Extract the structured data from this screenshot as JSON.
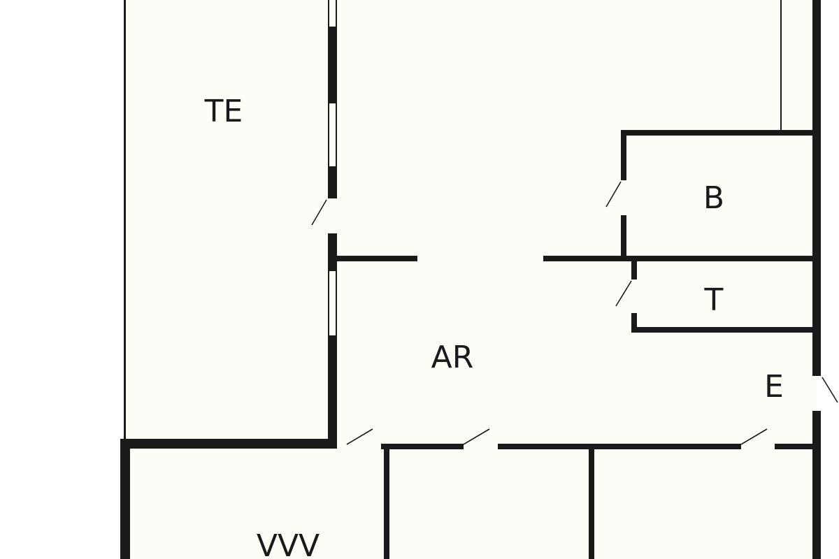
{
  "colors": {
    "page_background": "#ffffff",
    "floor_fill": "#fdfdf8",
    "wall": "#1a1a1a"
  },
  "rooms": {
    "te": "TE",
    "b": "B",
    "t": "T",
    "ar": "AR",
    "e": "E",
    "vvv": "VVV"
  }
}
